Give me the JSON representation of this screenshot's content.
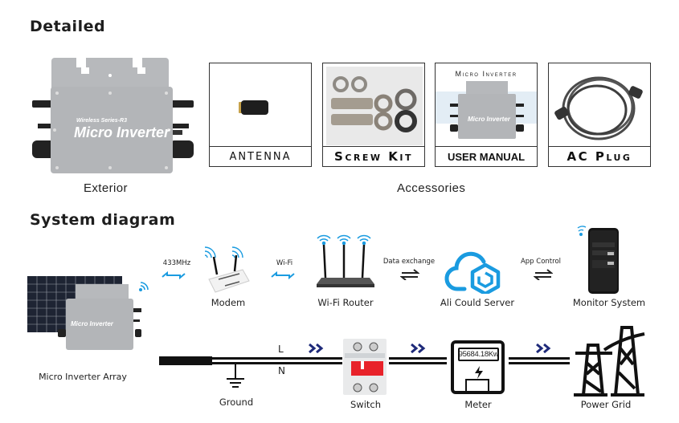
{
  "sections": {
    "detailed_title": "Detailed",
    "system_title": "System diagram"
  },
  "exterior": {
    "caption": "Exterior",
    "product_series": "Wireless Series-R3",
    "product_name": "Micro Inverter"
  },
  "accessories": {
    "caption": "Accessories",
    "items": [
      {
        "label": "ANTENNA",
        "icon": "antenna-image"
      },
      {
        "label": "Screw Kit",
        "icon": "screw-kit-image"
      },
      {
        "label": "USER MANUAL",
        "icon": "user-manual-image",
        "cover_title": "Micro Inverter"
      },
      {
        "label": "AC Plug",
        "icon": "ac-plug-image"
      }
    ]
  },
  "diagram": {
    "nodes": {
      "array": "Micro Inverter Array",
      "modem": "Modem",
      "router": "Wi-Fi Router",
      "cloud": "Ali Could Server",
      "monitor": "Monitor System",
      "ground": "Ground",
      "switch": "Switch",
      "meter": "Meter",
      "grid": "Power Grid"
    },
    "links": {
      "radio": "433MHz",
      "wifi": "Wi-Fi",
      "data": "Data exchange",
      "app": "App Control"
    },
    "wires": {
      "live": "L",
      "neutral": "N"
    },
    "meter_reading": "95684.18Kw",
    "colors": {
      "wifi_blue": "#1a9be0",
      "flow_arrow": "#1e2a7a",
      "breaker_red": "#e8222a",
      "cloud_blue": "#1a9be0"
    }
  }
}
